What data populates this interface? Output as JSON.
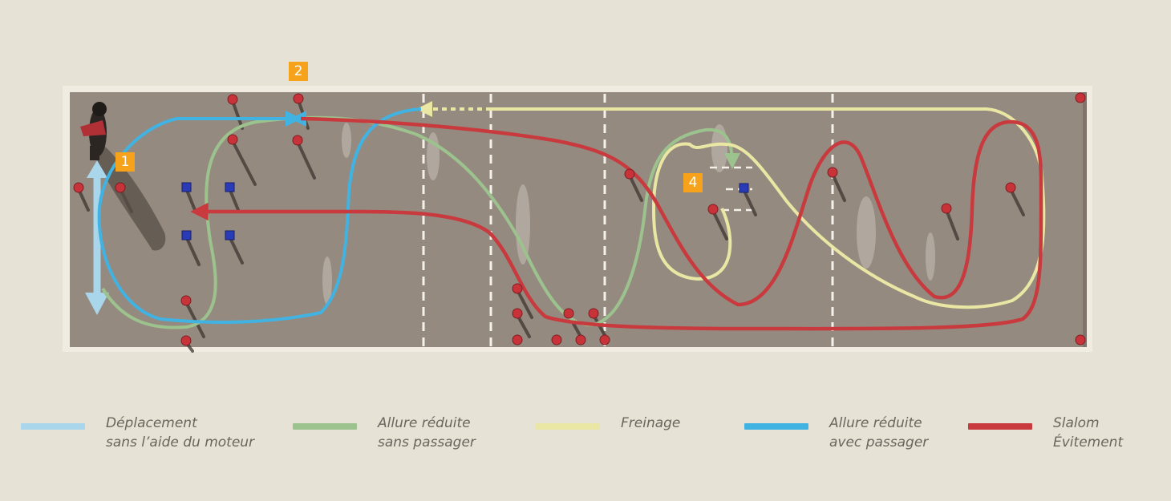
{
  "markers": [
    {
      "id": "marker-1",
      "label": "1"
    },
    {
      "id": "marker-2",
      "label": "2"
    },
    {
      "id": "marker-4",
      "label": "4"
    }
  ],
  "legend": [
    {
      "name": "legend-item-deplacement",
      "color": "#a9d6ea",
      "line1": "Déplacement",
      "line2": "sans l’aide du moteur"
    },
    {
      "name": "legend-item-allure-sans-passager",
      "color": "#9cc28e",
      "line1": "Allure réduite",
      "line2": "sans passager"
    },
    {
      "name": "legend-item-freinage",
      "color": "#e9e7a3",
      "line1": "Freinage",
      "line2": ""
    },
    {
      "name": "legend-item-allure-avec-passager",
      "color": "#41b3e2",
      "line1": "Allure réduite",
      "line2": "avec passager"
    },
    {
      "name": "legend-item-slalom",
      "color": "#c83a3d",
      "line1": "Slalom",
      "line2": "Évitement"
    }
  ],
  "colors": {
    "ground": "#958a80",
    "frame": "#f0ece2",
    "cone_red": "#c8333a",
    "cone_blue": "#2a3bb8"
  }
}
